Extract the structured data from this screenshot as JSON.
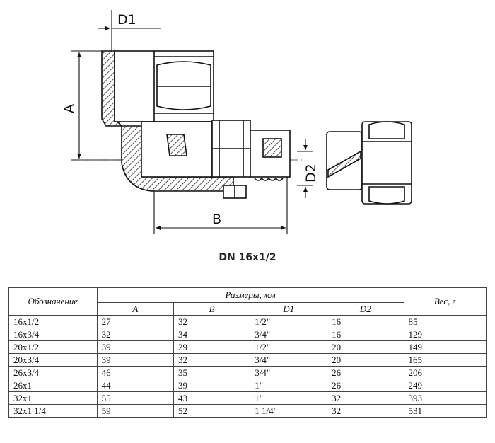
{
  "drawing": {
    "labels": {
      "d1": "D1",
      "a": "A",
      "d2": "D2",
      "b": "B"
    },
    "caption": "DN 16x1/2"
  },
  "table": {
    "headers": {
      "designation": "Обозначение",
      "dimensions": "Размеры, мм",
      "weight": "Вес, г",
      "sub": [
        "A",
        "B",
        "D1",
        "D2"
      ]
    },
    "rows": [
      [
        "16x1/2",
        "27",
        "32",
        "1/2\"",
        "16",
        "85"
      ],
      [
        "16x3/4",
        "32",
        "34",
        "3/4\"",
        "16",
        "129"
      ],
      [
        "20x1/2",
        "39",
        "29",
        "1/2\"",
        "20",
        "149"
      ],
      [
        "20x3/4",
        "39",
        "32",
        "3/4\"",
        "20",
        "165"
      ],
      [
        "26x3/4",
        "46",
        "35",
        "3/4\"",
        "26",
        "206"
      ],
      [
        "26x1",
        "44",
        "39",
        "1\"",
        "26",
        "249"
      ],
      [
        "32x1",
        "55",
        "43",
        "1\"",
        "32",
        "393"
      ],
      [
        "32x1 1/4",
        "59",
        "52",
        "1 1/4\"",
        "32",
        "531"
      ]
    ]
  }
}
